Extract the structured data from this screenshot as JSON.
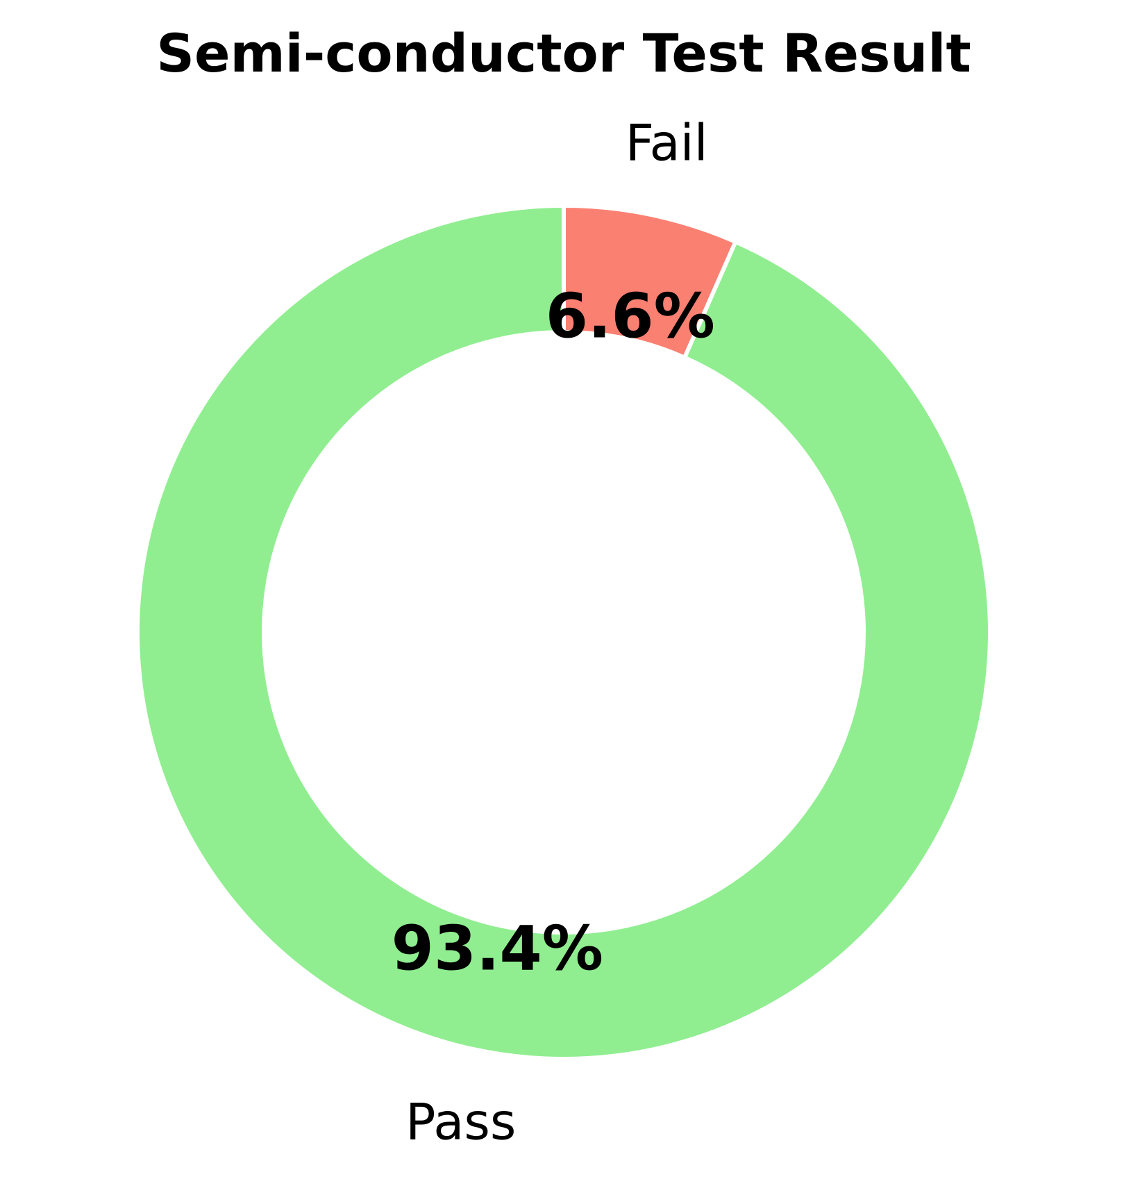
{
  "chart_data": {
    "type": "pie",
    "style": "donut",
    "title": "Semi-conductor Test Result",
    "categories": [
      "Pass",
      "Fail"
    ],
    "values": [
      93.4,
      6.6
    ],
    "percent_labels": [
      "93.4%",
      "6.6%"
    ],
    "colors": [
      "#90EE90",
      "#FA8072"
    ],
    "start_angle_deg": 90,
    "direction": "counterclockwise",
    "edge_color": "#ffffff"
  }
}
